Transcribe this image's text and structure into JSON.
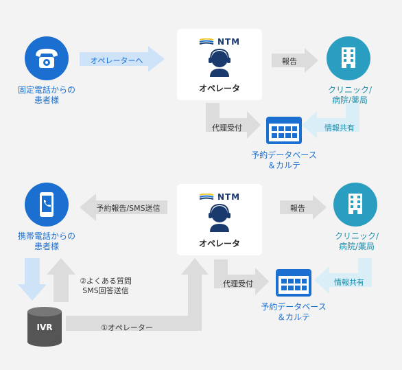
{
  "colors": {
    "blue": "#1a6fd0",
    "teal": "#2a9ec0",
    "arrow_blue": "#cfe3f8",
    "arrow_teal": "#d9eef6",
    "arrow_gray": "#dcdcdc",
    "bg": "#f3f3f3",
    "navy": "#1a3a6e",
    "gold": "#f0c419"
  },
  "top": {
    "patient_label": "固定電話からの\n患者様",
    "arrow_to_operator": "オペレーターへ",
    "logo": "NTM",
    "operator_label": "オペレータ",
    "arrow_report": "報告",
    "clinic_label": "クリニック/\n病院/薬局",
    "arrow_proxy": "代理受付",
    "arrow_share": "情報共有",
    "db_label": "予約データベース\n＆カルテ"
  },
  "bottom": {
    "patient_label": "携帯電話からの\n患者様",
    "arrow_from_operator": "予約報告/SMS送信",
    "logo": "NTM",
    "operator_label": "オペレータ",
    "arrow_report": "報告",
    "clinic_label": "クリニック/\n病院/薬局",
    "arrow_proxy": "代理受付",
    "arrow_share": "情報共有",
    "db_label": "予約データベース\n＆カルテ",
    "faq_label": "②よくある質問\nSMS回答送信",
    "ivr_label": "IVR",
    "arrow_operator": "①オペレーター"
  }
}
